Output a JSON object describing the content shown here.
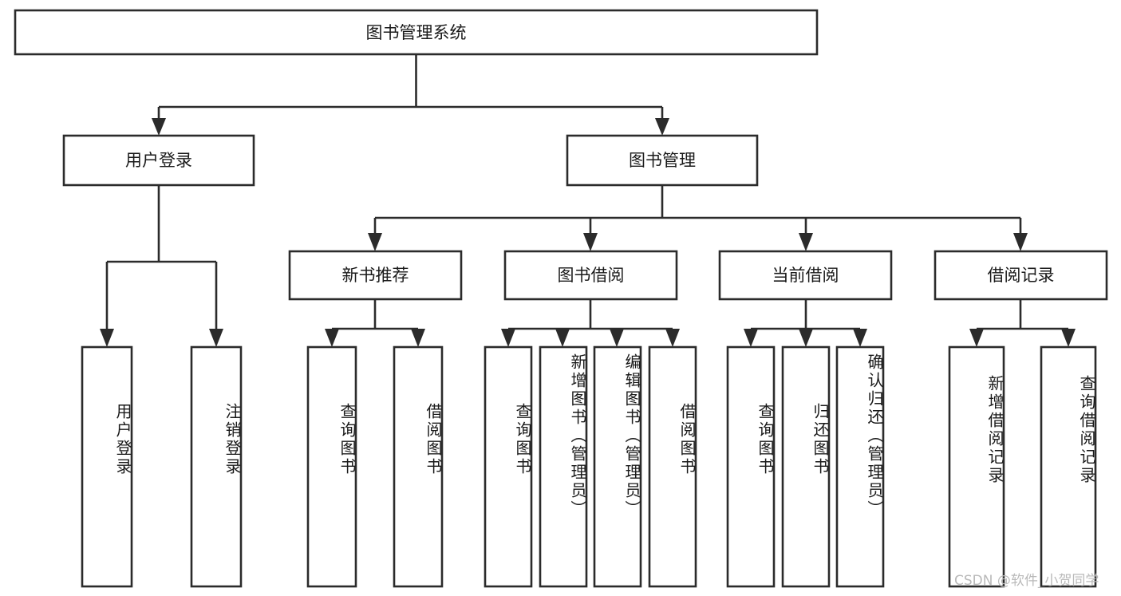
{
  "diagram": {
    "title": "图书管理系统",
    "type": "tree-hierarchy-chart",
    "colors": {
      "stroke": "#2b2b2b",
      "fill": "#ffffff",
      "text": "#1a1a1a",
      "background": "#ffffff",
      "watermark": "#b9b9b9"
    },
    "root": {
      "label": "图书管理系统"
    },
    "level2": [
      {
        "label": "用户登录"
      },
      {
        "label": "图书管理"
      }
    ],
    "level3": [
      {
        "label": "新书推荐"
      },
      {
        "label": "图书借阅"
      },
      {
        "label": "当前借阅"
      },
      {
        "label": "借阅记录"
      }
    ],
    "leaves": [
      {
        "label": "用户登录"
      },
      {
        "label": "注销登录"
      },
      {
        "label": "查询图书"
      },
      {
        "label": "借阅图书"
      },
      {
        "label": "查询图书"
      },
      {
        "label": "新增图书（管理员）"
      },
      {
        "label": "编辑图书（管理员）"
      },
      {
        "label": "借阅图书"
      },
      {
        "label": "查询图书"
      },
      {
        "label": "归还图书"
      },
      {
        "label": "确认归还（管理员）"
      },
      {
        "label": "新增借阅记录"
      },
      {
        "label": "查询借阅记录"
      }
    ]
  },
  "watermark": {
    "text": "CSDN @软件_小贺同学"
  }
}
